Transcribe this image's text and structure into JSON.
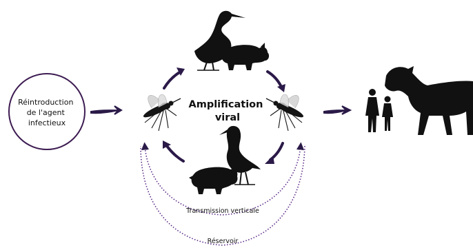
{
  "diagram": {
    "source_node": {
      "lines": [
        "Réintroduction",
        "de l'agent",
        "infectieux"
      ]
    },
    "center_label": {
      "lines": [
        "Amplification",
        "viral"
      ]
    },
    "loop_labels": {
      "vertical": "Transmission verticale",
      "reservoir": "Réservoir"
    },
    "icons": {
      "top_bird": "heron-icon",
      "top_mammal": "pig-icon",
      "bottom_bird": "heron-icon",
      "bottom_mammal": "pig-icon",
      "left_vector": "mosquito-icon",
      "right_vector": "mosquito-icon",
      "dead_end_hosts": [
        "human-adult-icon",
        "human-child-icon",
        "horse-icon"
      ]
    },
    "colors": {
      "arrow": "#2b1a48",
      "circle_border": "#3d1c52",
      "dotted_loop": "#5a2a86",
      "silhouette": "#111111"
    }
  }
}
